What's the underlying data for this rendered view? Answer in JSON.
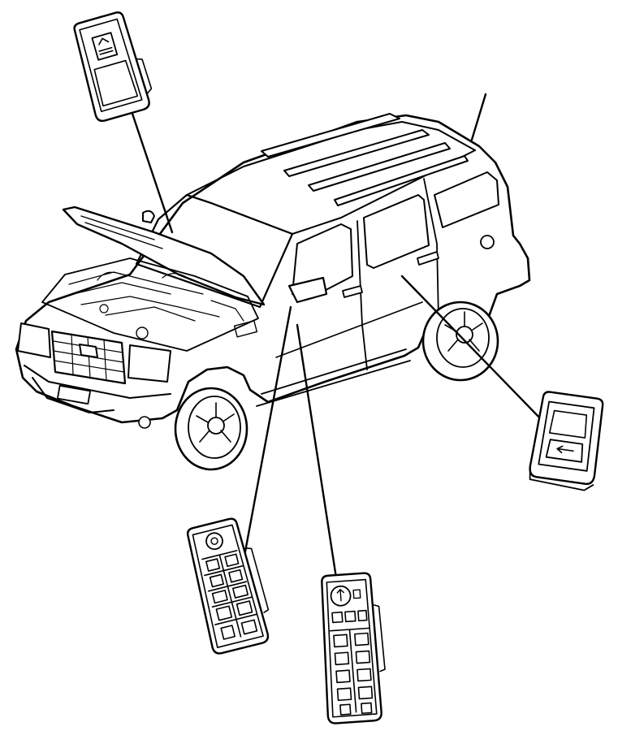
{
  "diagram": {
    "subject": "suv-power-window-switch-locations",
    "parts": [
      {
        "id": "sunroof-switch",
        "icon": "sunroof-switch-icon"
      },
      {
        "id": "rear-door-window-switch",
        "icon": "window-switch-icon"
      },
      {
        "id": "driver-door-switch-bezel",
        "icon": "master-window-switch-icon"
      },
      {
        "id": "front-door-master-switch",
        "icon": "master-window-switch-icon"
      }
    ],
    "colors": {
      "line": "#000000",
      "background": "#ffffff",
      "mesh": "#555555"
    }
  }
}
